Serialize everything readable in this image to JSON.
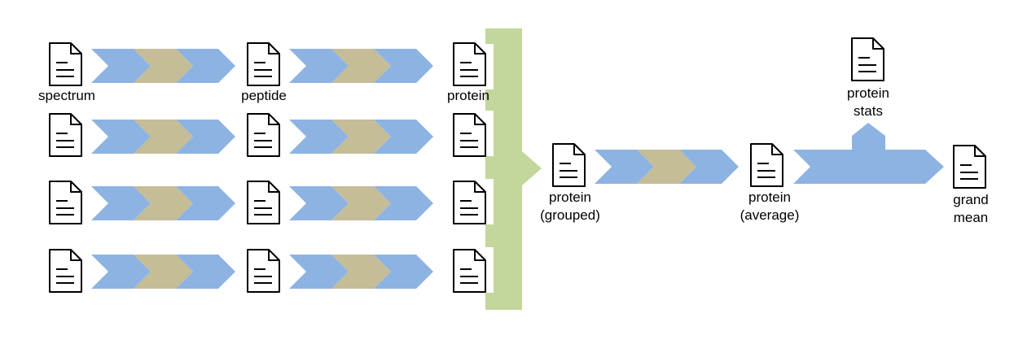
{
  "colors": {
    "chevron_blue": "#8DB3E2",
    "chevron_tan": "#C4BD97",
    "bracket_green": "#C3D69B",
    "doc_stroke": "#000000",
    "doc_fill": "#ffffff"
  },
  "icons": {
    "document": "document-icon"
  },
  "labels": {
    "spectrum": "spectrum",
    "peptide": "peptide",
    "protein": "protein",
    "protein_grouped_line1": "protein",
    "protein_grouped_line2": "(grouped)",
    "protein_average_line1": "protein",
    "protein_average_line2": "(average)",
    "protein_stats_line1": "protein",
    "protein_stats_line2": "stats",
    "grand_mean_line1": "grand",
    "grand_mean_line2": "mean"
  }
}
